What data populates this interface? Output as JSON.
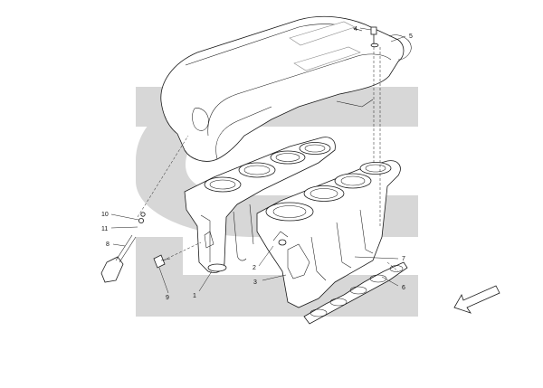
{
  "diagram": {
    "watermark_color": "#d7d7d7",
    "callouts": [
      {
        "id": "c1",
        "text": "1"
      },
      {
        "id": "c2",
        "text": "2"
      },
      {
        "id": "c3",
        "text": "3"
      },
      {
        "id": "c4",
        "text": "4"
      },
      {
        "id": "c5",
        "text": "5"
      },
      {
        "id": "c6",
        "text": "6"
      },
      {
        "id": "c7",
        "text": "7"
      },
      {
        "id": "c8",
        "text": "8"
      },
      {
        "id": "c9",
        "text": "9"
      },
      {
        "id": "c10",
        "text": "10"
      },
      {
        "id": "c11",
        "text": "11"
      }
    ],
    "direction_arrow": "front-direction-arrow"
  }
}
